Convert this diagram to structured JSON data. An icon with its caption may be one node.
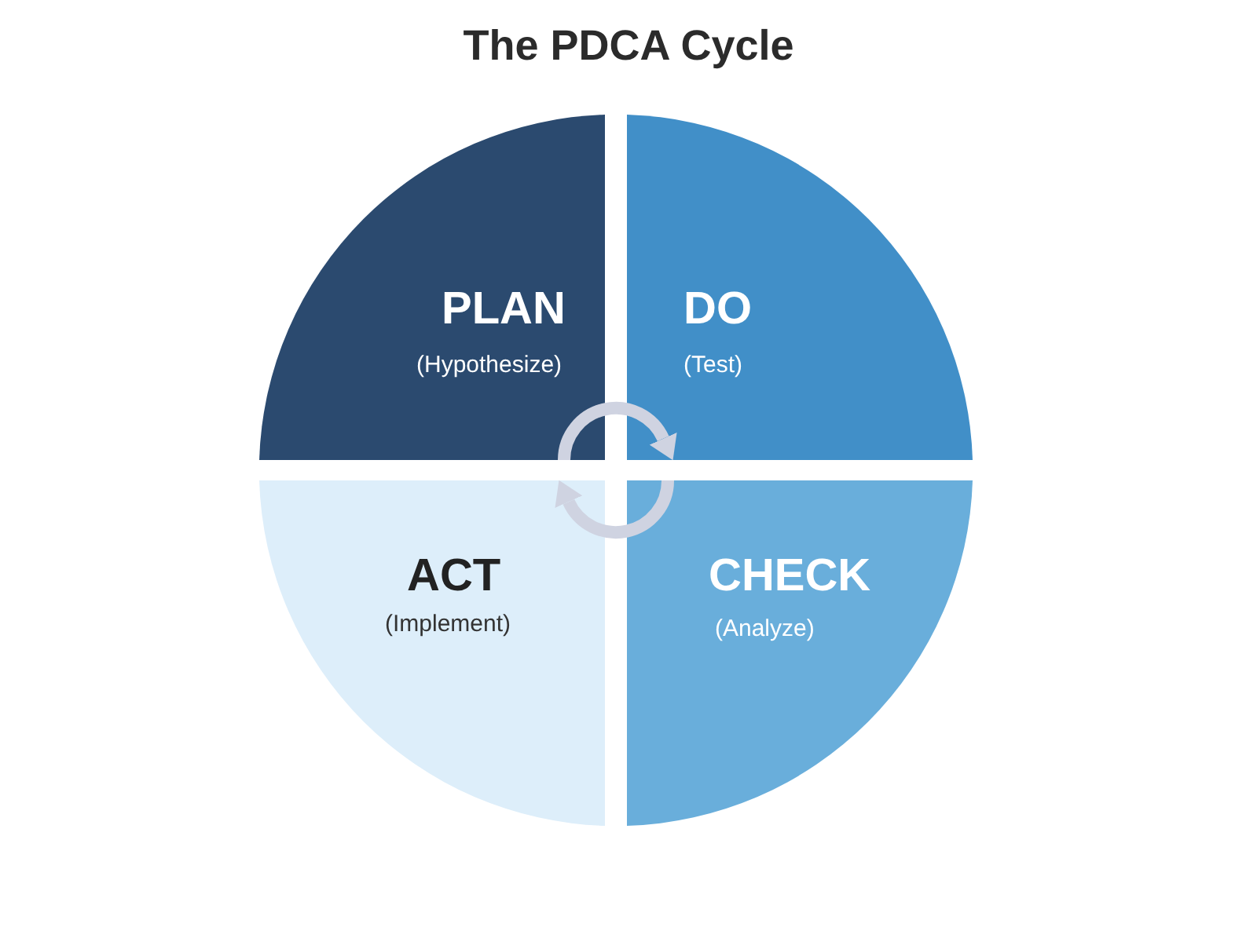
{
  "diagram": {
    "title": "The PDCA Cycle",
    "nodes": [
      {
        "text": [
          "PLAN",
          "(Hypothesize)"
        ]
      },
      {
        "text": [
          "DO",
          "(Test)"
        ]
      },
      {
        "text": [
          "ACT",
          "(Implement)"
        ]
      },
      {
        "text": [
          "CHECK",
          "(Analyze)"
        ]
      }
    ],
    "edges": [
      {
        "from": 0,
        "to": 1,
        "arrow": "to"
      },
      {
        "from": 3,
        "to": 2,
        "arrow": "to"
      }
    ]
  }
}
